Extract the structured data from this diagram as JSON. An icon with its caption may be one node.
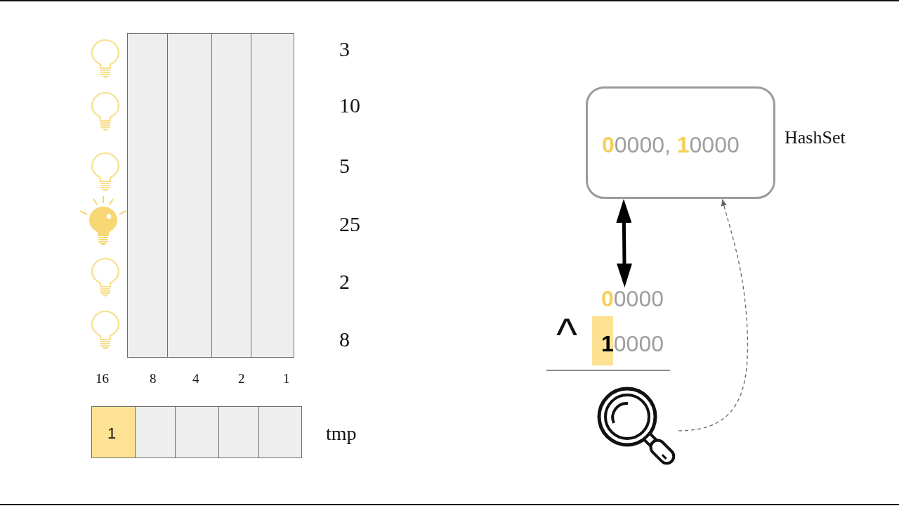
{
  "diagram": {
    "nodes": [
      {
        "text": [],
        "shape": "box"
      },
      {
        "text": [],
        "shape": "box"
      },
      {
        "text": [],
        "shape": "box"
      },
      {
        "text": [],
        "shape": "box"
      },
      {
        "text": [
          "1"
        ]
      },
      {
        "text": [],
        "shape": "box"
      },
      {
        "text": [],
        "shape": "box"
      },
      {
        "text": [],
        "shape": "box"
      },
      {
        "text": [],
        "shape": "box"
      },
      {
        "text": [
          "**0**0000, **1**0000"
        ],
        "beside": [
          "HashSet"
        ]
      },
      {
        "text": [
          "**0**0000"
        ]
      },
      {
        "text": [],
        "shape": "picture"
      }
    ],
    "edges": [
      {
        "from": 9,
        "to": 10,
        "arrow": "both",
        "style": "thick"
      },
      {
        "from": 11,
        "to": 9,
        "arrow": "to",
        "style": "dashed",
        "color": "#666666"
      }
    ],
    "labels": [
      "3",
      "10",
      "5",
      "25",
      "2",
      "8",
      "16",
      "8",
      "4",
      "2",
      "1",
      "tmp",
      "^",
      "**1**0000"
    ]
  }
}
